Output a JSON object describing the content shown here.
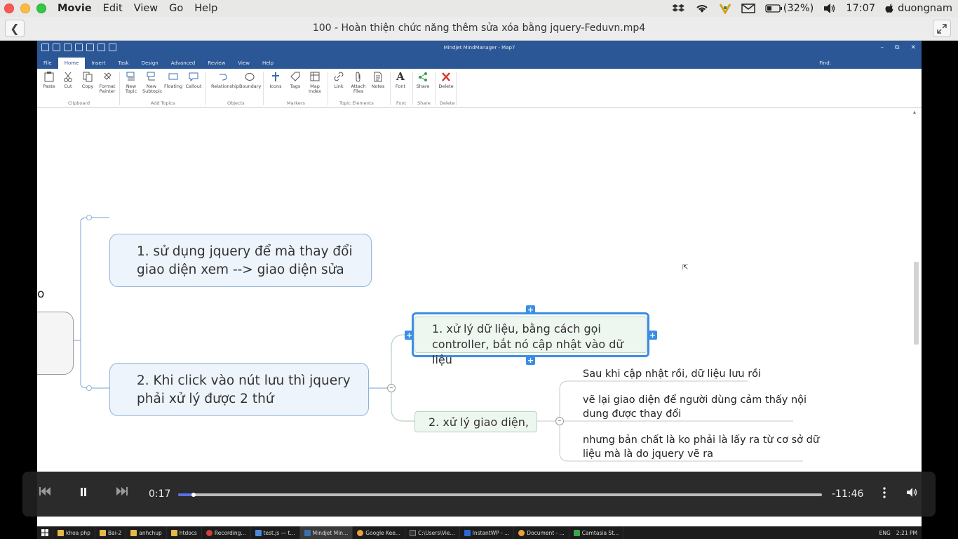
{
  "menubar": {
    "app": "Movie",
    "items": [
      "Edit",
      "View",
      "Go",
      "Help"
    ],
    "battery": "(32%)",
    "clock": "17:07",
    "user": "duongnam"
  },
  "window": {
    "title": "100 - Hoàn thiện chức năng thêm sửa xóa bằng jquery-Feduvn.mp4"
  },
  "mindmanager": {
    "app_title": "Mindjet MindManager - Map7",
    "tabs": [
      "File",
      "Home",
      "Insert",
      "Task",
      "Design",
      "Advanced",
      "Review",
      "View",
      "Help"
    ],
    "active_tab": "Home",
    "find_label": "Find:",
    "ribbon": {
      "paste": "Paste",
      "cut": "Cut",
      "copy": "Copy",
      "format_painter_1": "Format",
      "format_painter_2": "Painter",
      "new_topic_1": "New",
      "new_topic_2": "Topic",
      "new_subtopic_1": "New",
      "new_subtopic_2": "Subtopic",
      "floating": "Floating",
      "callout": "Callout",
      "relationship": "Relationship",
      "boundary": "Boundary",
      "icons": "Icons",
      "tags": "Tags",
      "map_index_1": "Map",
      "map_index_2": "Index",
      "link": "Link",
      "attach_1": "Attach",
      "attach_2": "Files",
      "notes": "Notes",
      "font": "Font",
      "share": "Share",
      "delete": "Delete"
    },
    "groups": {
      "clipboard": "Clipboard",
      "add_topics": "Add Topics",
      "objects": "Objects",
      "markers": "Markers",
      "topic_elements": "Topic Elements",
      "font": "Font",
      "share": "Share",
      "delete": "Delete"
    },
    "map": {
      "central_fragment": "o",
      "topic1_line1": "1. sử dụng jquery để mà thay đổi",
      "topic1_line2": "giao diện xem --> giao diện sửa",
      "topic2_line1": "2. Khi click vào nút lưu thì jquery",
      "topic2_line2": "phải xử lý được 2 thứ",
      "sub1_line1": "1. xử lý dữ liệu, bằng cách gọi",
      "sub1_line2": "controller, bắt nó cập nhật vào dữ liệu",
      "sub2": "2. xử lý giao diện,",
      "note1": "Sau khi cập nhật rồi, dữ liệu lưu rồi",
      "note2_line1": "vẽ lại giao diện để người dùng cảm thấy nội",
      "note2_line2": "dung được thay đổi",
      "note3_line1": "nhưng bản chất là ko phải là lấy ra từ cơ sở dữ",
      "note3_line2": "liệu mà là do jquery vẽ ra"
    }
  },
  "player": {
    "elapsed": "0:17",
    "remaining": "-11:46",
    "progress": 0.024
  },
  "taskbar": {
    "items": [
      "khoa php",
      "Bai-2",
      "anhchup",
      "htdocs",
      "Recording...",
      "test.js — t...",
      "Mindjet Min...",
      "Google Kee...",
      "C:\\Users\\Vie...",
      "InstantWP - ...",
      "Document - ...",
      "Camtasia St..."
    ],
    "active": "Mindjet Min...",
    "lang": "ENG",
    "time": "2:21 PM"
  }
}
